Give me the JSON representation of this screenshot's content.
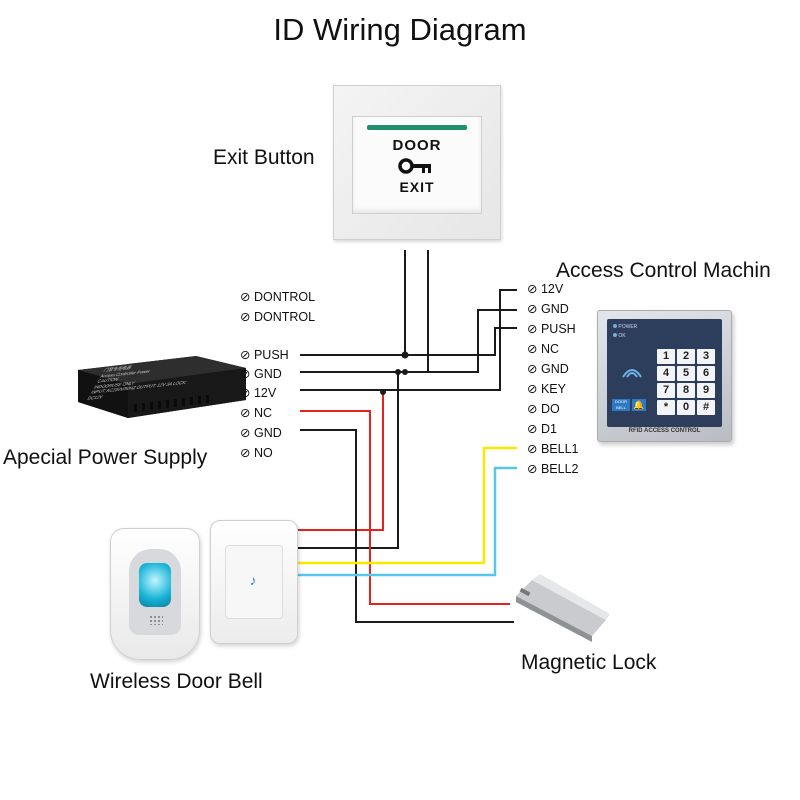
{
  "title": "ID  Wiring Diagram",
  "components": {
    "exit_button": {
      "label": "Exit Button",
      "face_line1": "DOOR",
      "face_line2": "EXIT"
    },
    "access_control": {
      "label": "Access Control Machin",
      "keys": [
        "1",
        "2",
        "3",
        "4",
        "5",
        "6",
        "7",
        "8",
        "9",
        "*",
        "0",
        "#"
      ],
      "indicator1": "POWER",
      "indicator2": "OK",
      "bell_button": "DOOR BELL",
      "footer": "RFID ACCESS CONTROL"
    },
    "power_supply": {
      "label": "Apecial Power Supply",
      "sticker_title": "门禁专用电源",
      "sticker_subtitle": "Access Controller Power",
      "sticker_caution": "CAUTION",
      "sticker_indoor": "INDOORUSE ONLY",
      "sticker_input": "INPUT: AC220V/50HZ",
      "sticker_output": "OUTPUT: 12V 3A",
      "sticker_lock": "LOCK: DC12V"
    },
    "door_bell": {
      "label": "Wireless Door Bell"
    },
    "magnetic_lock": {
      "label": "Magnetic Lock"
    }
  },
  "power_terminals": [
    "DONTROL",
    "DONTROL",
    "PUSH",
    "GND",
    "12V",
    "NC",
    "GND",
    "NO"
  ],
  "controller_terminals": [
    "12V",
    "GND",
    "PUSH",
    "NC",
    "GND",
    "KEY",
    "DO",
    "D1",
    "BELL1",
    "BELL2"
  ],
  "colors": {
    "wire_black": "#1a1a1a",
    "wire_red": "#e8211c",
    "wire_yellow": "#ffe600",
    "wire_blue": "#57c8ea"
  }
}
